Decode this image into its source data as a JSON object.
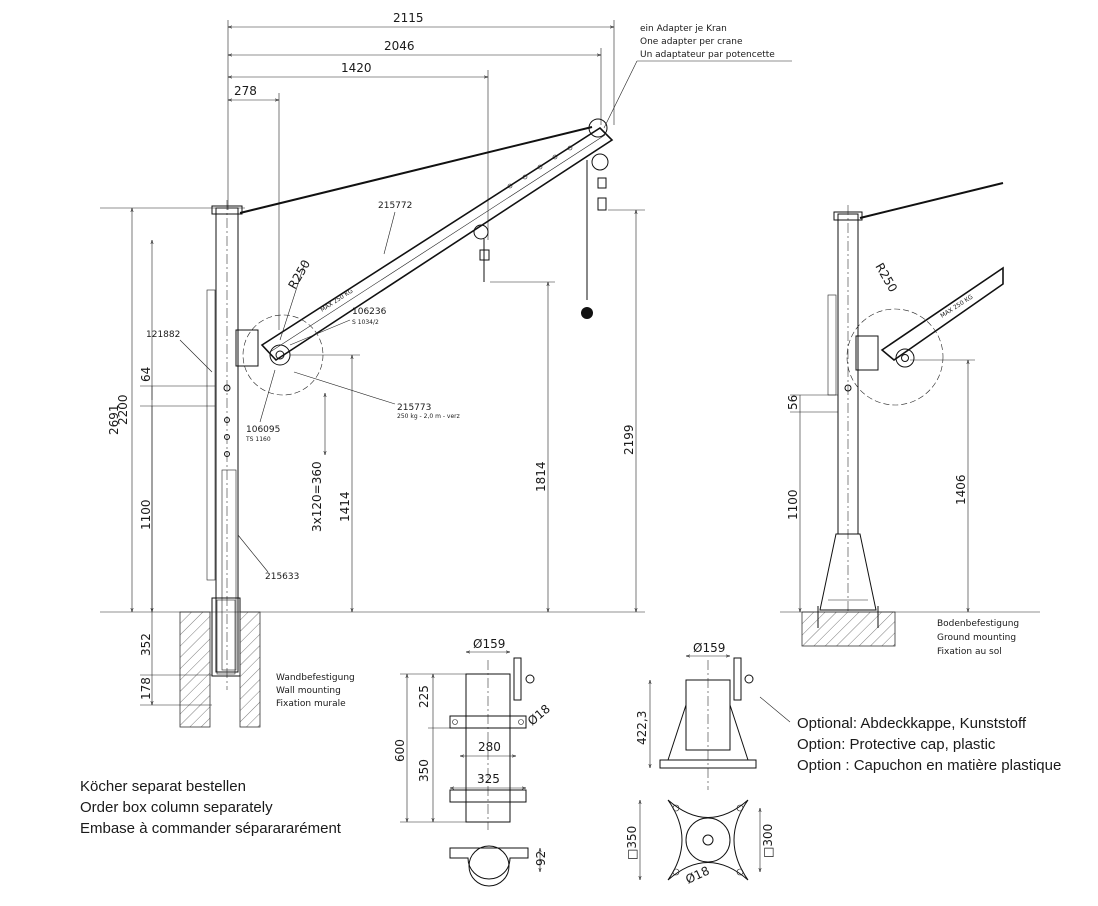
{
  "dimensions": {
    "d2115": "2115",
    "d2046": "2046",
    "d1420": "1420",
    "d278": "278",
    "d2691": "2691",
    "d2200": "2200",
    "d64": "64",
    "d1100": "1100",
    "d352": "352",
    "d178": "178",
    "d3x120": "3x120=360",
    "d1414": "1414",
    "d1814": "1814",
    "d2199": "2199",
    "r250": "R250",
    "r250b": "R250",
    "d56": "56",
    "d1100b": "1100",
    "d1406": "1406",
    "phi159a": "Ø159",
    "phi18a": "Ø18",
    "d225": "225",
    "d600": "600",
    "d350": "350",
    "d280": "280",
    "d325": "325",
    "d92": "92",
    "phi159b": "Ø159",
    "d422": "422,3",
    "sq350": "□350",
    "sq300": "□300",
    "phi18b": "Ø18"
  },
  "parts": {
    "p215772": "215772",
    "p121882": "121882",
    "p106236": "106236",
    "p106236_sub": "S 1034/2",
    "p106095": "106095",
    "p106095_sub": "TS 1160",
    "p215773": "215773",
    "p215773_sub": "250 kg - 2,0 m - verz",
    "p215633": "215633",
    "capacity_a": "MAX 250 KG",
    "capacity_b": "MAX 250 KG"
  },
  "adapter_note": [
    "ein Adapter je Kran",
    "One adapter per crane",
    "Un adaptateur par potencette"
  ],
  "wall_note": [
    "Wandbefestigung",
    "Wall mounting",
    "Fixation murale"
  ],
  "ground_note": [
    "Bodenbefestigung",
    "Ground mounting",
    "Fixation au sol"
  ],
  "optional_note": [
    "Optional: Abdeckkappe, Kunststoff",
    "Option: Protective cap, plastic",
    "Option : Capuchon en matière plastique"
  ],
  "order_note": [
    "Köcher separat bestellen",
    "Order box column separately",
    "Embase à commander séparararément"
  ]
}
